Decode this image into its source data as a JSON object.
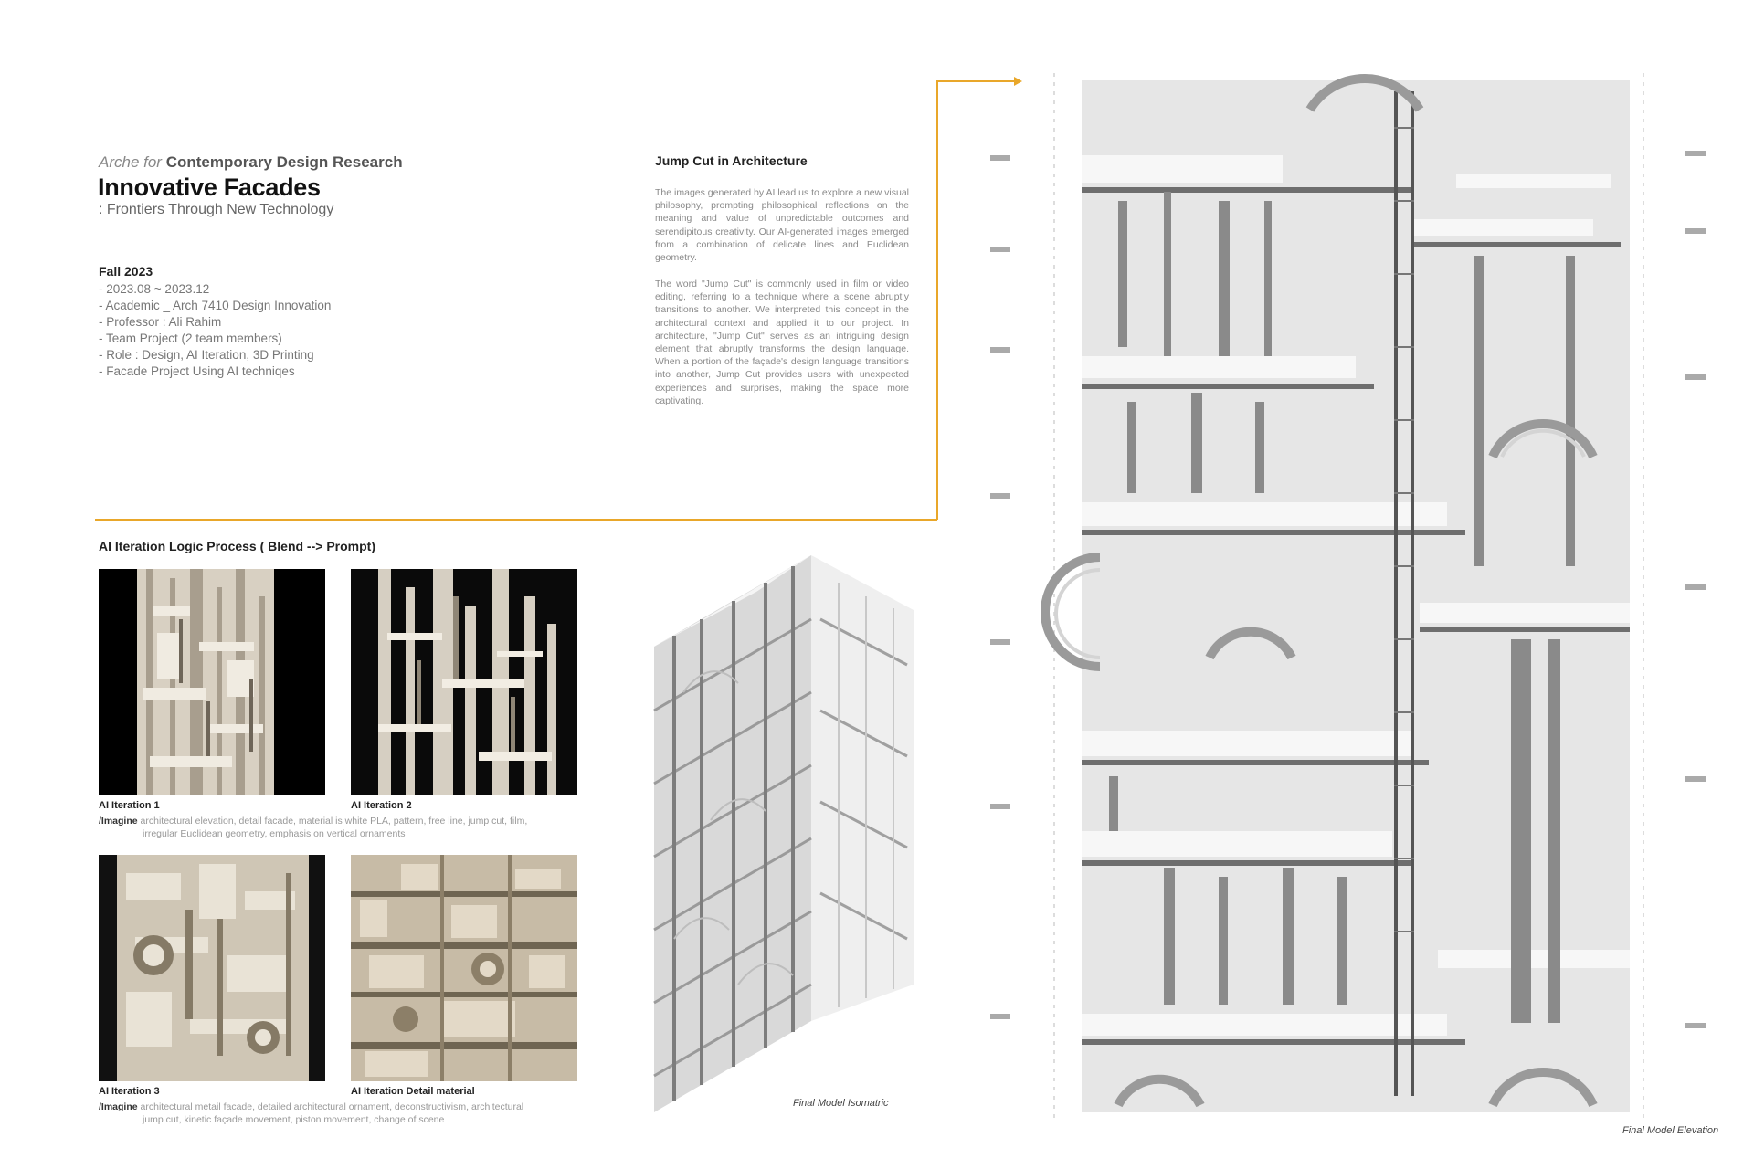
{
  "header": {
    "subtitle_prefix": "Arche for",
    "subtitle_main": "Contemporary Design Research",
    "title": "Innovative Facades",
    "tagline": ": Frontiers Through New Technology"
  },
  "project": {
    "term": "Fall 2023",
    "details": [
      "- 2023.08 ~ 2023.12",
      "- Academic _ Arch 7410 Design Innovation",
      "- Professor : Ali Rahim",
      "- Team Project (2 team members)",
      "- Role : Design, AI Iteration, 3D Printing",
      "- Facade Project Using AI techniqes"
    ]
  },
  "jump_cut": {
    "title": "Jump Cut in Architecture",
    "p1": "The images generated by AI lead us to explore a new visual philosophy, prompting philosophical reflections on the meaning and value of unpredictable outcomes and serendipitous creativity. Our AI-generated images emerged from a combination of delicate lines and Euclidean geometry.",
    "p2": "The word \"Jump Cut\" is commonly used in film or video editing, referring to a technique where a scene abruptly transitions to another. We interpreted this concept in the architectural context and applied it to our project. In architecture, \"Jump Cut\" serves as an intriguing design element that abruptly transforms the design language. When a portion of the façade's design language transitions into another, Jump Cut provides users with unexpected experiences and surprises, making the space more captivating."
  },
  "process": {
    "title": "AI Iteration Logic Process ( Blend --> Prompt)",
    "iterations": [
      {
        "caption": "AI Iteration 1"
      },
      {
        "caption": "AI Iteration 2"
      },
      {
        "caption": "AI Iteration 3"
      },
      {
        "caption": "AI Iteration Detail material"
      }
    ],
    "prompt_label": "/Imagine",
    "prompt_1_line1": "architectural elevation, detail facade, material is white PLA, pattern, free line, jump cut, film,",
    "prompt_1_line2": "irregular Euclidean geometry, emphasis on vertical ornaments",
    "prompt_2_line1": "architectural metail facade, detailed architectural ornament, deconstructivism, architectural",
    "prompt_2_line2": "jump cut, kinetic façade movement, piston movement, change of scene"
  },
  "captions": {
    "isometric": "Final Model Isomatric",
    "elevation": "Final Model Elevation"
  },
  "colors": {
    "accent_line": "#e9a72a"
  }
}
